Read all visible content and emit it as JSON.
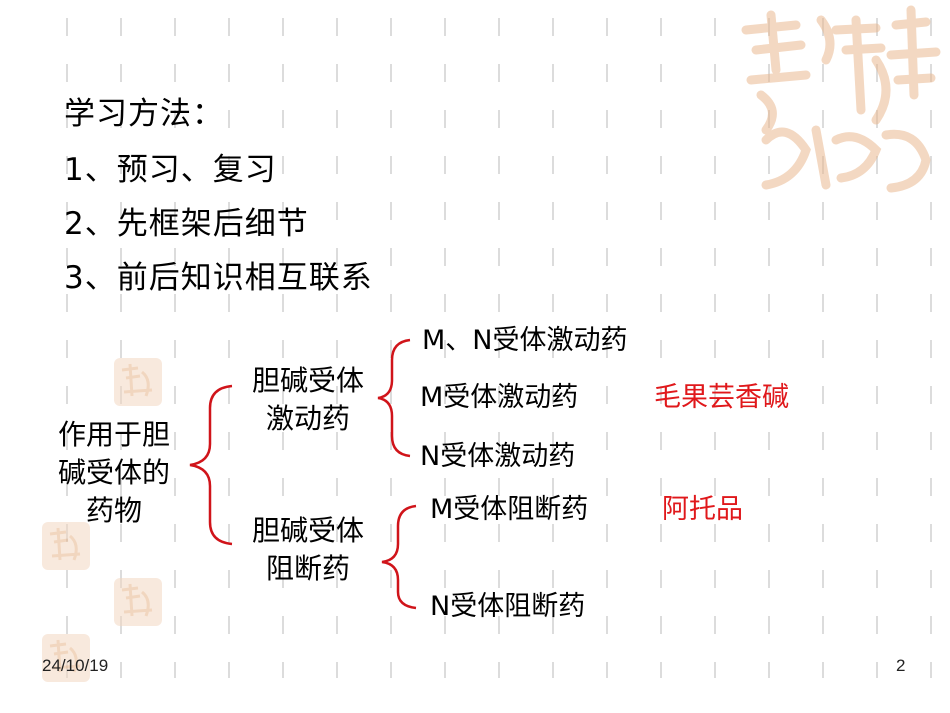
{
  "slide": {
    "method_heading": "学习方法：",
    "method_items": [
      "1、预习、复习",
      "2、先框架后细节",
      "3、前后知识相互联系"
    ],
    "root_label_lines": [
      "作用于胆",
      "碱受体的",
      "药物"
    ],
    "branch_agonist_lines": [
      "胆碱受体",
      "激动药"
    ],
    "branch_antagonist_lines": [
      "胆碱受体",
      "阻断药"
    ],
    "agonist_leaves": [
      "M、N受体激动药",
      "M受体激动药",
      "N受体激动药"
    ],
    "antagonist_leaves": [
      "M受体阻断药",
      "N受体阻断药"
    ],
    "example_agonist": "毛果芸香碱",
    "example_antagonist": "阿托品"
  },
  "footer": {
    "date": "24/10/19",
    "page_number": "2"
  },
  "colors": {
    "accent_red": "#e0181b",
    "brace_red": "#d0141a",
    "seal": "#f0c9a8"
  }
}
